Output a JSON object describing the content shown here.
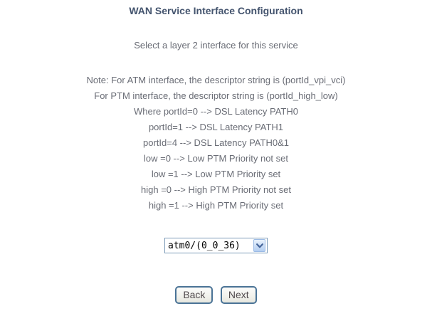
{
  "page": {
    "title": "WAN Service Interface Configuration",
    "subtitle": "Select a layer 2 interface for this service",
    "note_lines": [
      "Note: For ATM interface, the descriptor string is (portId_vpi_vci)",
      "For PTM interface, the descriptor string is (portId_high_low)",
      "Where portId=0 --> DSL Latency PATH0",
      "portId=1 --> DSL Latency PATH1",
      "portId=4 --> DSL Latency PATH0&1",
      "low =0 --> Low PTM Priority not set",
      "low =1 --> Low PTM Priority set",
      "high =0 --> High PTM Priority not set",
      "high =1 --> High PTM Priority set"
    ],
    "interface_select": {
      "selected_option": "atm0/(0_0_36)"
    },
    "buttons": {
      "back_label": "Back",
      "next_label": "Next"
    },
    "colors": {
      "title_text": "#44546e",
      "body_text": "#696c75",
      "select_border": "#7f9db9",
      "select_arrow_chevron": "#46659a",
      "button_border": "#4a7396"
    }
  }
}
